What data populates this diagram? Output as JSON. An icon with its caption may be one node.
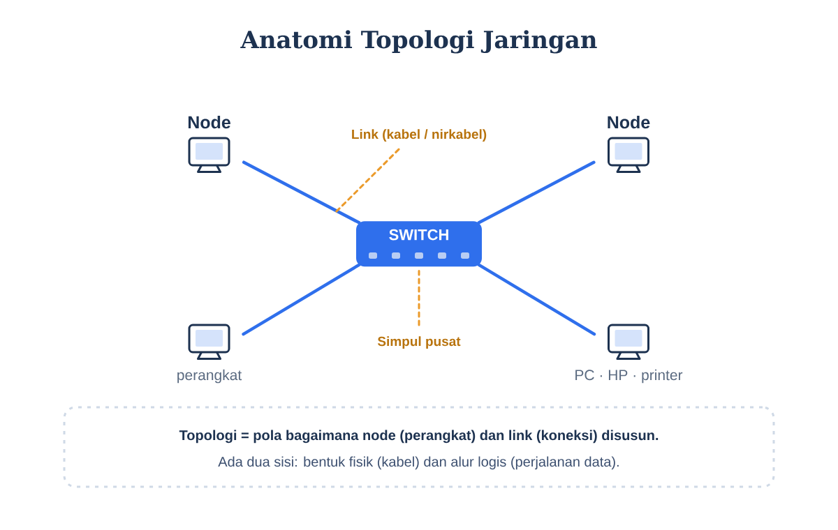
{
  "diagram": {
    "title": "Anatomi Topologi Jaringan",
    "nodes": [
      {
        "text": [],
        "shape": "picture",
        "beside": [
          "Node"
        ]
      },
      {
        "text": [
          "Link (kabel / nirkabel)"
        ]
      },
      {
        "text": [],
        "shape": "picture",
        "beside": [
          "Node"
        ]
      },
      {
        "text": [
          "SWITCH"
        ]
      },
      {
        "text": [],
        "shape": "picture",
        "beside": [
          "perangkat"
        ]
      },
      {
        "text": [
          "Simpul pusat"
        ]
      },
      {
        "text": [],
        "shape": "picture",
        "beside": [
          "PC · HP · printer"
        ]
      },
      {
        "text": [
          "Topologi = pola bagaimana node (perangkat) dan link (koneksi) disusun.",
          "Ada dua sisi: bentuk fisik (kabel) dan alur logis (perjalanan data)."
        ]
      }
    ],
    "edges": [
      {
        "from": 0,
        "to": 3,
        "arrow": "none"
      },
      {
        "from": 2,
        "to": 3,
        "arrow": "none"
      },
      {
        "from": 4,
        "to": 3,
        "arrow": "none"
      },
      {
        "from": 6,
        "to": 3,
        "arrow": "none"
      },
      {
        "from": 1,
        "to": null,
        "arrow": "none",
        "style": "dashed",
        "color": "#eb9a2a"
      },
      {
        "from": 5,
        "to": 3,
        "arrow": "none",
        "style": "dashed",
        "color": "#eb9a2a"
      }
    ]
  }
}
